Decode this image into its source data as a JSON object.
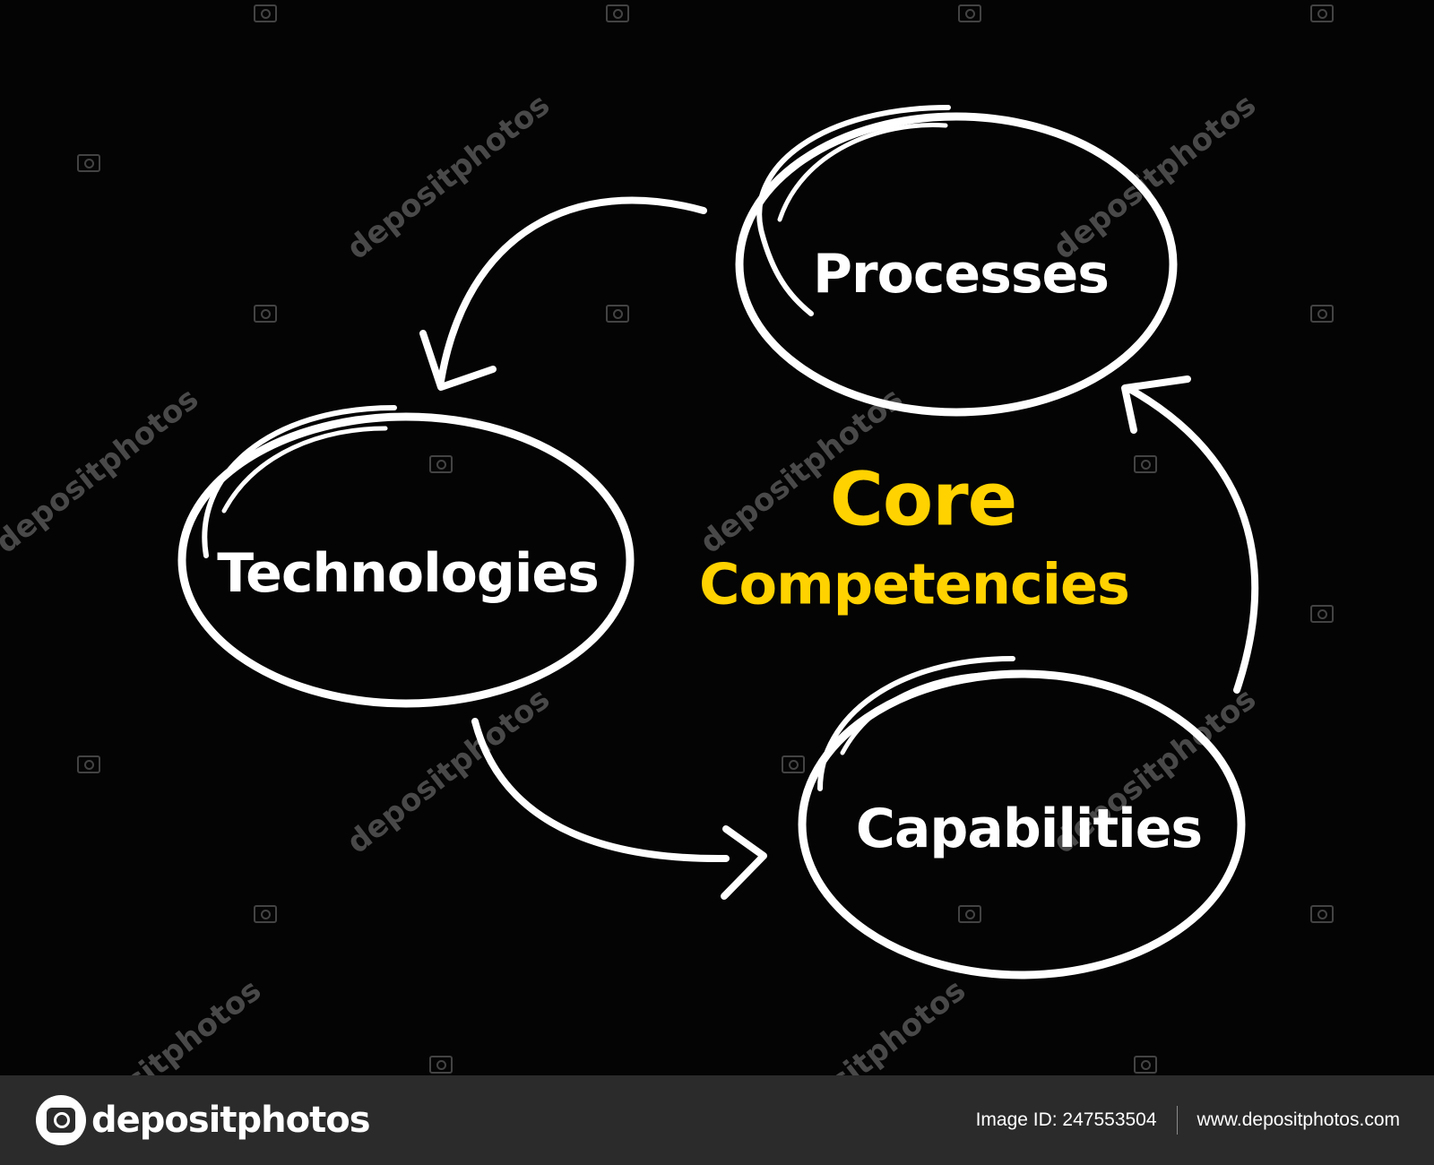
{
  "diagram": {
    "center_title": {
      "line1": "Core",
      "line2": "Competencies",
      "color": "#ffd200"
    },
    "nodes": [
      {
        "id": "processes",
        "label": "Processes"
      },
      {
        "id": "technologies",
        "label": "Technologies"
      },
      {
        "id": "capabilities",
        "label": "Capabilities"
      }
    ],
    "edges": [
      {
        "from": "processes",
        "to": "technologies"
      },
      {
        "from": "technologies",
        "to": "capabilities"
      },
      {
        "from": "capabilities",
        "to": "processes"
      }
    ],
    "stroke_color": "#ffffff",
    "background": "#040404"
  },
  "watermark": {
    "text": "depositphotos"
  },
  "footer": {
    "brand": "depositphotos",
    "image_id": "Image ID: 247553504",
    "website": "www.depositphotos.com"
  }
}
